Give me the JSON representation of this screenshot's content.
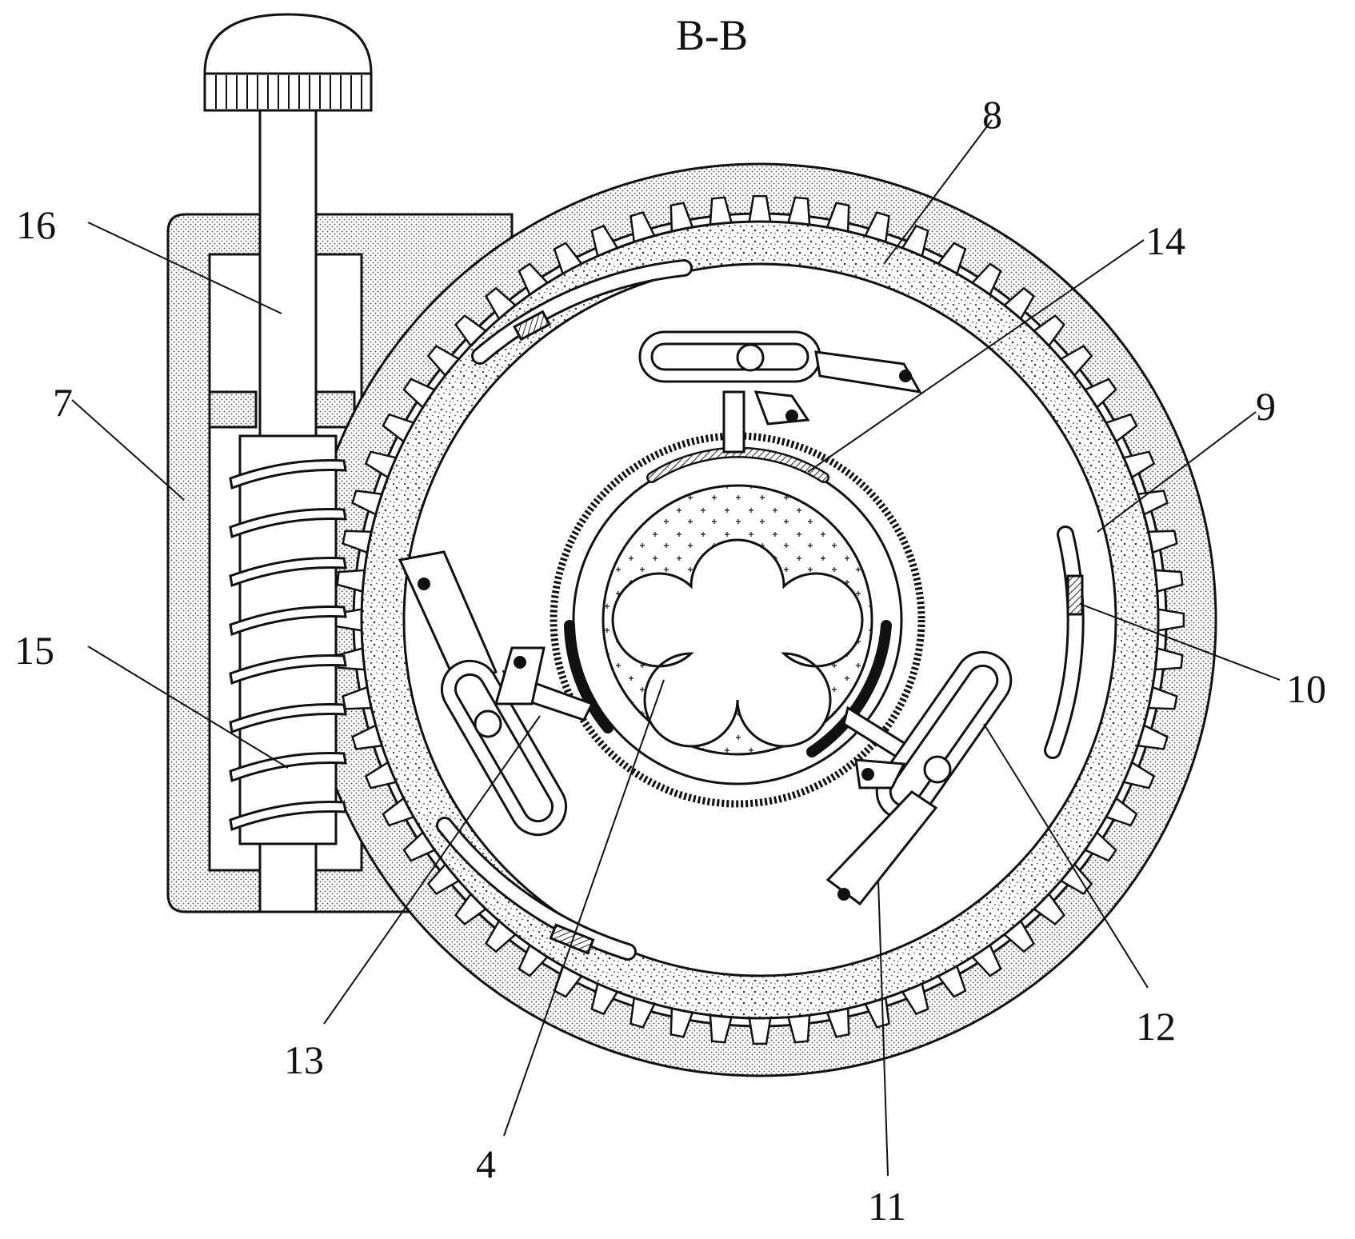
{
  "title": "B-B",
  "labels": [
    {
      "id": "16",
      "text": "16"
    },
    {
      "id": "7",
      "text": "7"
    },
    {
      "id": "15",
      "text": "15"
    },
    {
      "id": "8",
      "text": "8"
    },
    {
      "id": "14",
      "text": "14"
    },
    {
      "id": "9",
      "text": "9"
    },
    {
      "id": "10",
      "text": "10"
    },
    {
      "id": "12",
      "text": "12"
    },
    {
      "id": "11",
      "text": "11"
    },
    {
      "id": "4",
      "text": "4"
    },
    {
      "id": "13",
      "text": "13"
    }
  ],
  "colors": {
    "ink": "#111111",
    "paper": "#ffffff",
    "stipple": "#555555"
  }
}
